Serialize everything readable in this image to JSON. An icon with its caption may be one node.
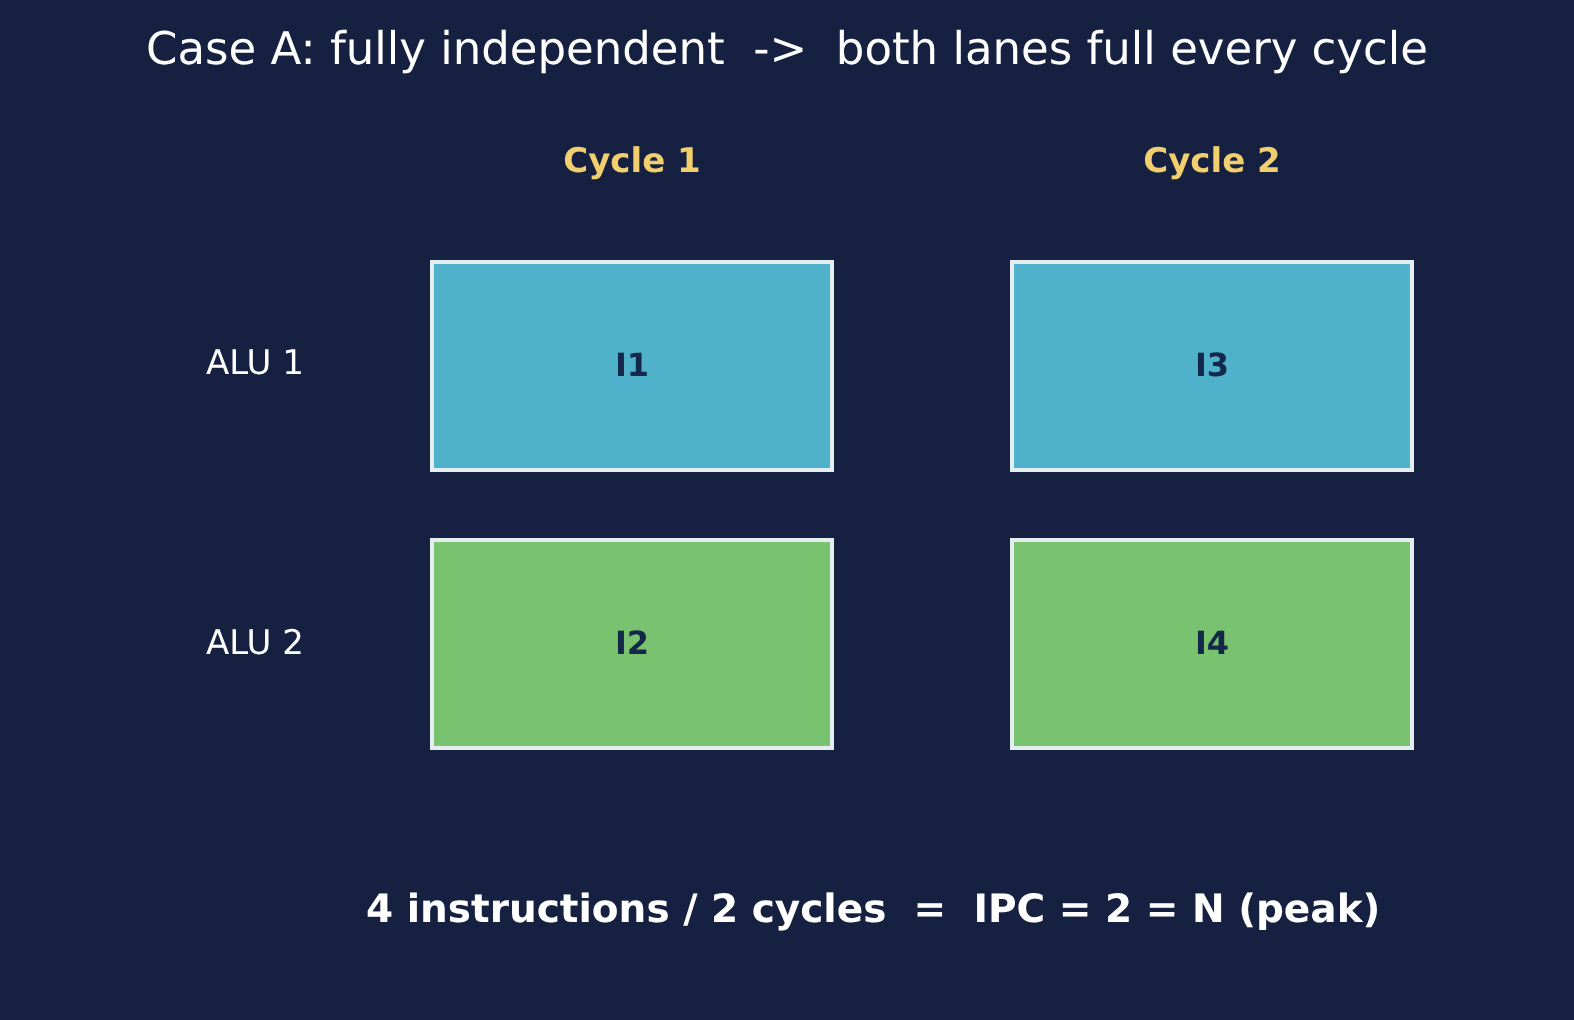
{
  "diagram": {
    "title": "Case A: fully independent  ->  both lanes full every cycle",
    "caption": "4 instructions / 2 cycles  =  IPC = 2 = N (peak)",
    "nodes": [
      {
        "text": [
          "I1"
        ]
      },
      {
        "text": [
          "I3"
        ]
      },
      {
        "text": [
          "I2"
        ]
      },
      {
        "text": [
          "I4"
        ]
      }
    ],
    "labels": [
      "Cycle 1",
      "Cycle 2",
      "ALU 1",
      "ALU 2"
    ]
  }
}
